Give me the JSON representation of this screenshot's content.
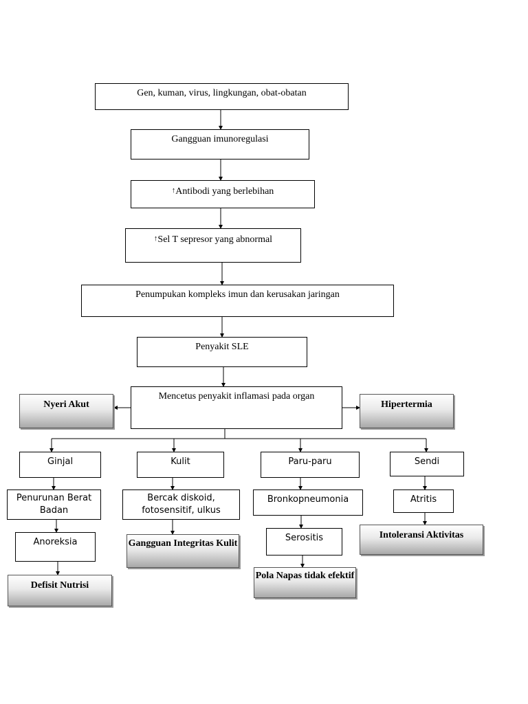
{
  "flow": {
    "etiology": "Gen, kuman, virus, lingkungan, obat-obatan",
    "immunoregulation": "Gangguan imunoregulasi",
    "antibody": "Antibodi yang berlebihan",
    "tcell": "Sel T sepresor yang abnormal",
    "immune_complex": "Penumpukan kompleks imun dan kerusakan jaringan",
    "disease": "Penyakit SLE",
    "inflammation": "Mencetus penyakit inflamasi pada organ",
    "up_arrow": "↑"
  },
  "diagnoses": {
    "pain": "Nyeri Akut",
    "fever": "Hipertermia",
    "nutrition": "Defisit Nutrisi",
    "skin": "Gangguan Integritas Kulit",
    "breathing": "Pola Napas tidak efektif",
    "activity": "Intoleransi Aktivitas"
  },
  "organs": {
    "kidney": "Ginjal",
    "skin": "Kulit",
    "lung": "Paru-paru",
    "joint": "Sendi"
  },
  "effects": {
    "weight_loss": "Penurunan Berat Badan",
    "anorexia": "Anoreksia",
    "skin_lesion": "Bercak diskoid, fotosensitif, ulkus",
    "bronchopneumonia": "Bronkopneumonia",
    "serositis": "Serositis",
    "arthritis": "Atritis"
  }
}
